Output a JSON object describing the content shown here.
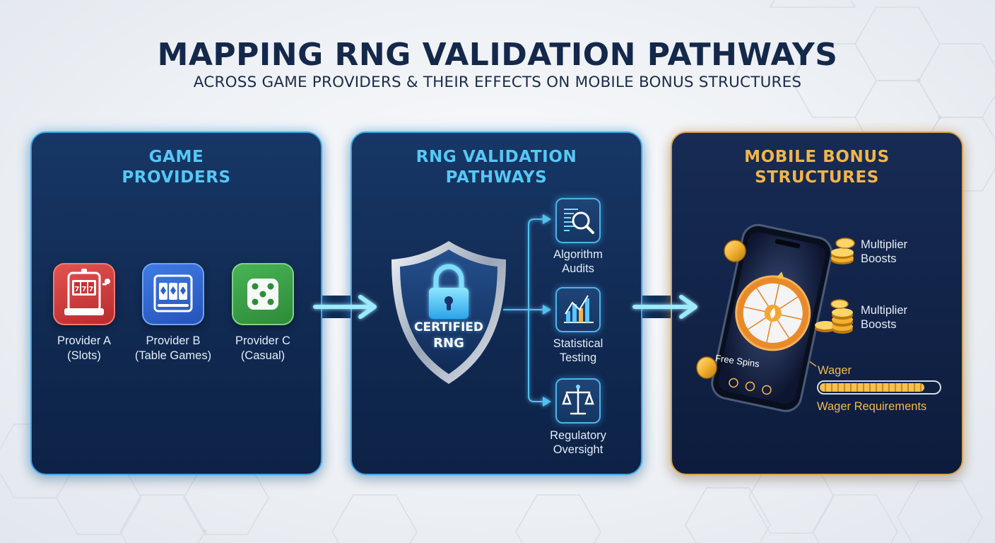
{
  "header": {
    "title": "MAPPING RNG VALIDATION PATHWAYS",
    "subtitle": "ACROSS GAME PROVIDERS & THEIR EFFECTS ON MOBILE BONUS STRUCTURES"
  },
  "colors": {
    "panel_blue_border": "#3fa3e4",
    "panel_gold_border": "#d6a24e",
    "title_blue": "#56c8f5",
    "title_gold": "#f2b54a",
    "arrow_glow": "#7fe0ff"
  },
  "panels": {
    "providers": {
      "title_line1": "GAME",
      "title_line2": "PROVIDERS",
      "items": [
        {
          "icon": "slot-machine-icon",
          "name": "Provider A",
          "type": "(Slots)"
        },
        {
          "icon": "playing-cards-icon",
          "name": "Provider B",
          "type": "(Table Games)"
        },
        {
          "icon": "dice-icon",
          "name": "Provider C",
          "type": "(Casual)"
        }
      ]
    },
    "validation": {
      "title_line1": "RNG VALIDATION",
      "title_line2": "PATHWAYS",
      "shield_line1": "CERTIFIED",
      "shield_line2": "RNG",
      "steps": [
        {
          "icon": "magnifier-code-icon",
          "line1": "Algorithm",
          "line2": "Audits"
        },
        {
          "icon": "bar-chart-icon",
          "line1": "Statistical",
          "line2": "Testing"
        },
        {
          "icon": "scales-icon",
          "line1": "Regulatory",
          "line2": "Oversight"
        }
      ]
    },
    "bonus": {
      "title_line1": "MOBILE BONUS",
      "title_line2": "STRUCTURES",
      "phone_caption": "Free Spins",
      "items": [
        {
          "icon": "coin-stack-icon",
          "line1": "Multiplier",
          "line2": "Boosts"
        },
        {
          "icon": "coin-stack-icon",
          "line1": "Multiplier",
          "line2": "Boosts"
        }
      ],
      "wager_label": "Wager",
      "wager_progress": 0.88,
      "wager_requirements": "Wager Requirements"
    }
  }
}
